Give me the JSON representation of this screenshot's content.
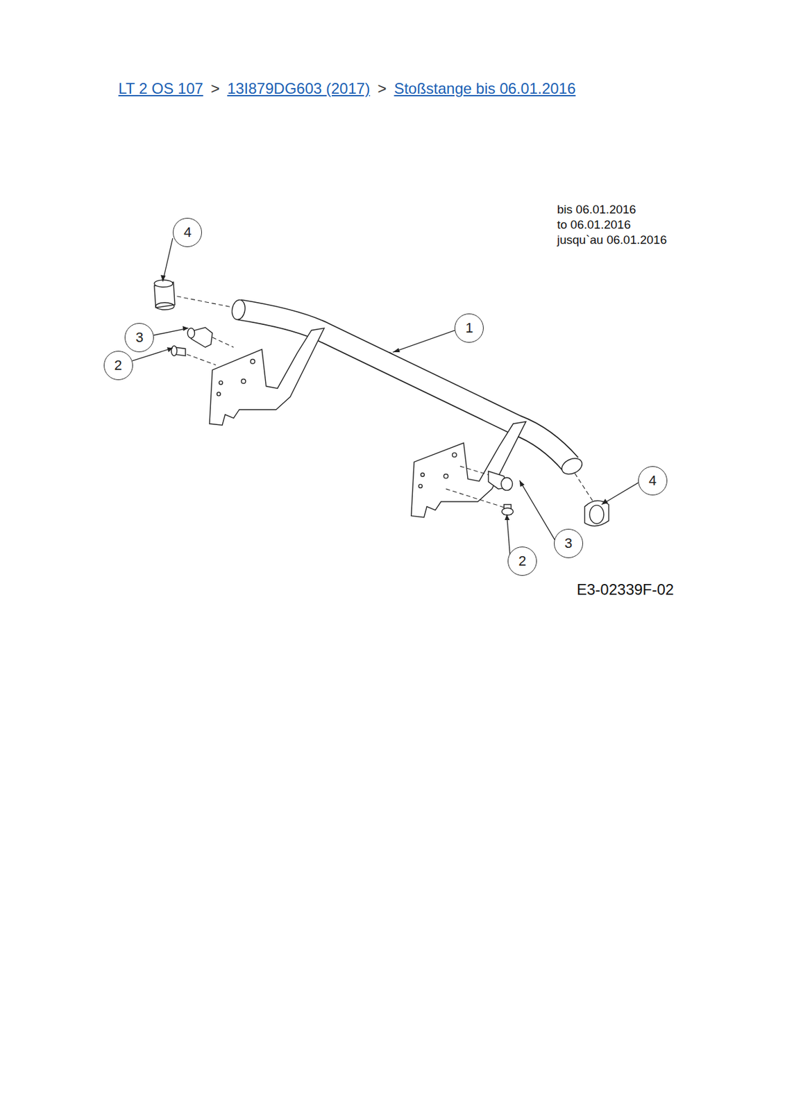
{
  "diagram": {
    "nodes": [
      {
        "text": [
          "4"
        ]
      },
      {
        "text": [
          "1"
        ]
      },
      {
        "text": [
          "3"
        ]
      },
      {
        "text": [
          "2"
        ]
      },
      {
        "text": [
          "4"
        ]
      },
      {
        "text": [
          "3"
        ]
      },
      {
        "text": [
          "2"
        ]
      }
    ],
    "labels": [
      "LT 2 OS 107",
      ">",
      "13I879DG603 (2017)",
      ">",
      "Stoßstange bis 06.01.2016",
      "bis 06.01.2016",
      "to 06.01.2016",
      "jusqu`au 06.01.2016",
      "E3-02339F-02"
    ]
  }
}
